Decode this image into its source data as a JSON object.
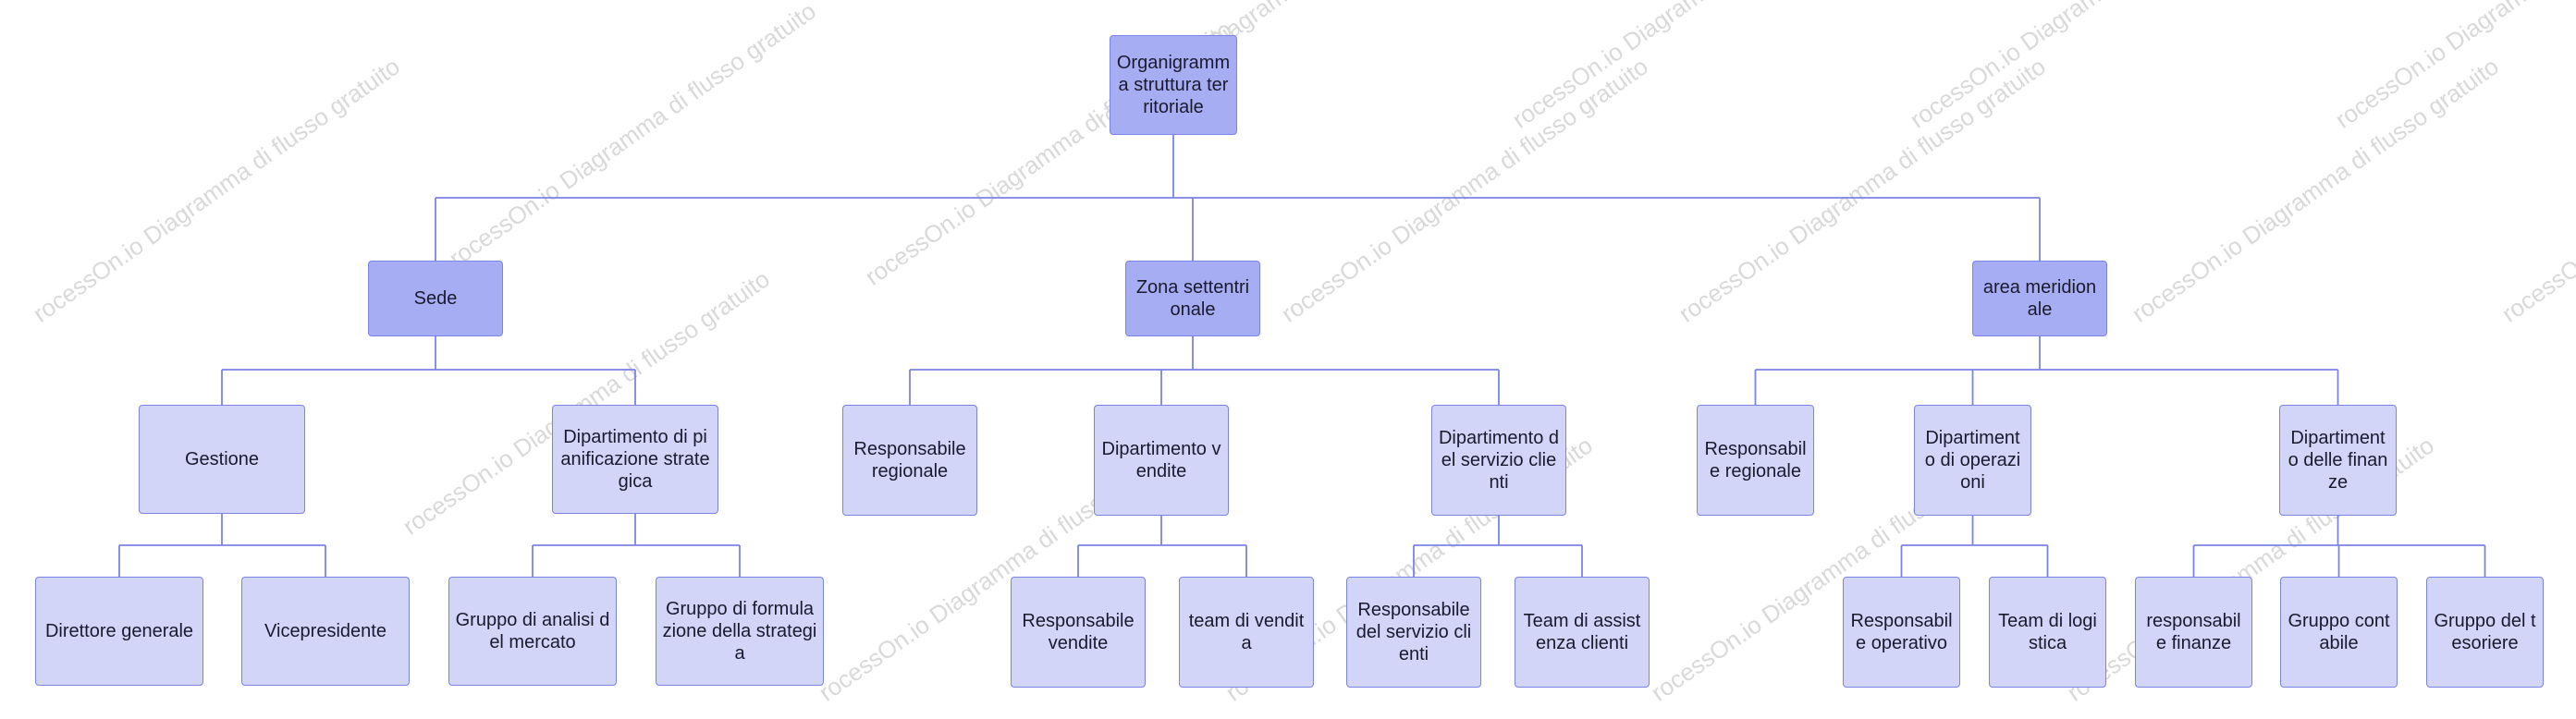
{
  "colors": {
    "connector": "#7b83e6",
    "level0_fill": "#a7adf3",
    "level1_fill": "#a7adf3",
    "level2_fill": "#d2d5f8",
    "level3_fill": "#d2d5f8",
    "border": "#7b83e6",
    "text": "#1a1a2e",
    "watermark": "#d9d9d9"
  },
  "watermark": "rocessOn.io Diagramma di flusso gratuito",
  "tree": {
    "id": "root",
    "label": "Organigramma struttura territoriale",
    "children": [
      {
        "id": "sede",
        "label": "Sede",
        "children": [
          {
            "id": "gestione",
            "label": "Gestione",
            "children": [
              {
                "id": "direttore",
                "label": "Direttore generale"
              },
              {
                "id": "vicepresidente",
                "label": "Vicepresidente"
              }
            ]
          },
          {
            "id": "pianificazione",
            "label": "Dipartimento di pianificazione strategica",
            "children": [
              {
                "id": "analisi",
                "label": "Gruppo di analisi del mercato"
              },
              {
                "id": "formulazione",
                "label": "Gruppo di formulazione della strategia"
              }
            ]
          }
        ]
      },
      {
        "id": "nord",
        "label": "Zona settentrionale",
        "children": [
          {
            "id": "resp-reg-nord",
            "label": "Responsabile regionale"
          },
          {
            "id": "vendite",
            "label": "Dipartimento vendite",
            "children": [
              {
                "id": "resp-vendite",
                "label": "Responsabile vendite"
              },
              {
                "id": "team-vendita",
                "label": "team di vendita"
              }
            ]
          },
          {
            "id": "servizio",
            "label": "Dipartimento del servizio clienti",
            "children": [
              {
                "id": "resp-servizio",
                "label": "Responsabile del servizio clienti"
              },
              {
                "id": "team-assistenza",
                "label": "Team di assistenza clienti"
              }
            ]
          }
        ]
      },
      {
        "id": "sud",
        "label": "area meridionale",
        "children": [
          {
            "id": "resp-reg-sud",
            "label": "Responsabile regionale"
          },
          {
            "id": "operazioni",
            "label": "Dipartimento di operazioni",
            "children": [
              {
                "id": "resp-operativo",
                "label": "Responsabile operativo"
              },
              {
                "id": "team-logistica",
                "label": "Team di logistica"
              }
            ]
          },
          {
            "id": "finanze",
            "label": "Dipartimento delle finanze",
            "children": [
              {
                "id": "resp-finanze",
                "label": "responsabile finanze"
              },
              {
                "id": "contabile",
                "label": "Gruppo contabile"
              },
              {
                "id": "tesoriere",
                "label": "Gruppo del tesoriere"
              }
            ]
          }
        ]
      }
    ]
  }
}
